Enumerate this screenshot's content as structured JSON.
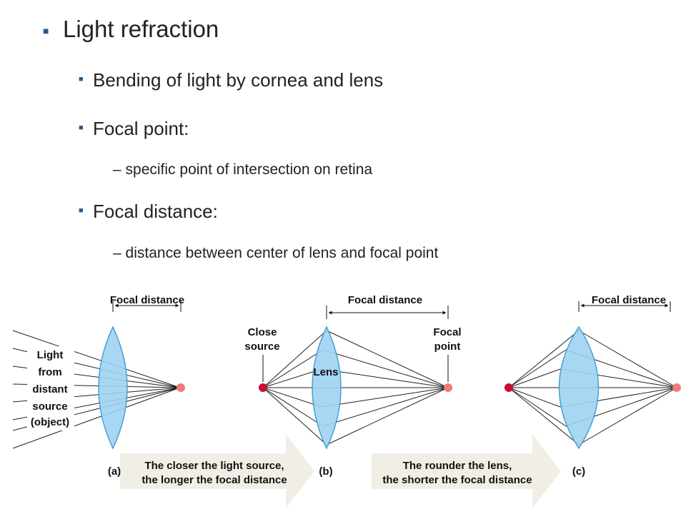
{
  "slide": {
    "title": "Light refraction",
    "bullets": [
      {
        "text": "Bending of light by cornea and lens"
      },
      {
        "text": "Focal point:",
        "sub": "specific point of intersection on retina"
      },
      {
        "text": "Focal distance:",
        "sub": "distance between center of lens and focal point"
      }
    ],
    "sub_dash": "–"
  },
  "figure": {
    "focal_distance_label": "Focal distance",
    "panel_a_source_lines": [
      "Light",
      "from",
      "distant",
      "source",
      "(object)"
    ],
    "panel_b_close_source": [
      "Close",
      "source"
    ],
    "panel_b_lens": "Lens",
    "panel_b_focal_point": [
      "Focal",
      "point"
    ],
    "panel_labels": [
      "(a)",
      "(b)",
      "(c)"
    ],
    "arrow1": [
      "The closer the light source,",
      "the longer the focal distance"
    ],
    "arrow2": [
      "The rounder the lens,",
      "the shorter the focal distance"
    ],
    "colors": {
      "lens_fill": "#9fd3f2",
      "lens_stroke": "#4a9fd0",
      "source": "#c8102e",
      "focal": "#ef7b7b",
      "arrow": "#f1eee6",
      "bullet": "#2a5a8c"
    }
  }
}
